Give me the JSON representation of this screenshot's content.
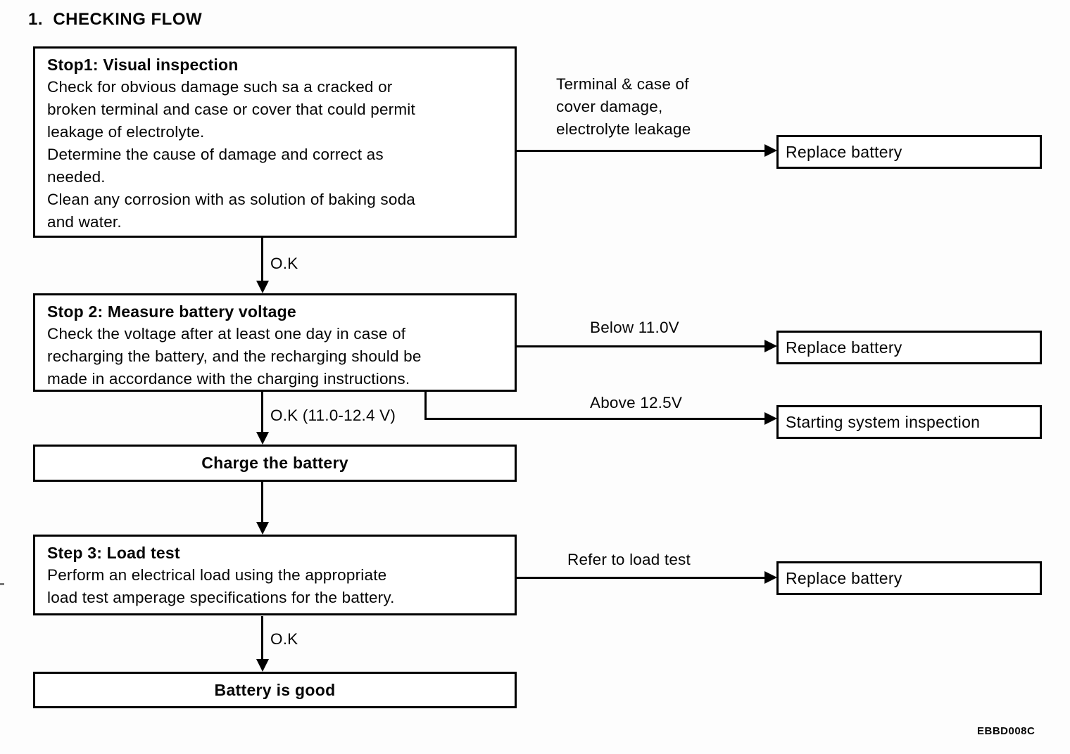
{
  "title": "1.  CHECKING FLOW",
  "figure_code": "EBBD008C",
  "flow": {
    "step1": {
      "heading": "Stop1: Visual inspection",
      "body": "Check for obvious damage such sa a cracked or\nbroken terminal and case or cover that could permit\nleakage of electrolyte.\nDetermine the cause of damage and correct as\nneeded.\nClean any corrosion with as solution of baking soda\nand water."
    },
    "edge_terminal_damage": {
      "condition": "Terminal & case of\ncover damage,\nelectrolyte leakage",
      "result": "Replace battery"
    },
    "edge_ok1": {
      "label": "O.K"
    },
    "step2": {
      "heading": "Stop 2: Measure battery voltage",
      "body": "Check the voltage after at least one day in case of\nrecharging the battery, and the recharging should be\nmade in accordance with the charging instructions."
    },
    "edge_below": {
      "condition": "Below 11.0V",
      "result": "Replace battery"
    },
    "edge_above": {
      "condition": "Above 12.5V",
      "result": "Starting system inspection"
    },
    "edge_ok2": {
      "label": "O.K (11.0-12.4 V)"
    },
    "charge_box": {
      "label": "Charge the battery"
    },
    "step3": {
      "heading": "Step 3: Load test",
      "body": "Perform an electrical load using the appropriate\nload test amperage specifications for the battery."
    },
    "edge_load": {
      "condition": "Refer to load test",
      "result": "Replace battery"
    },
    "edge_ok3": {
      "label": "O.K"
    },
    "final_box": {
      "label": "Battery is good"
    }
  }
}
